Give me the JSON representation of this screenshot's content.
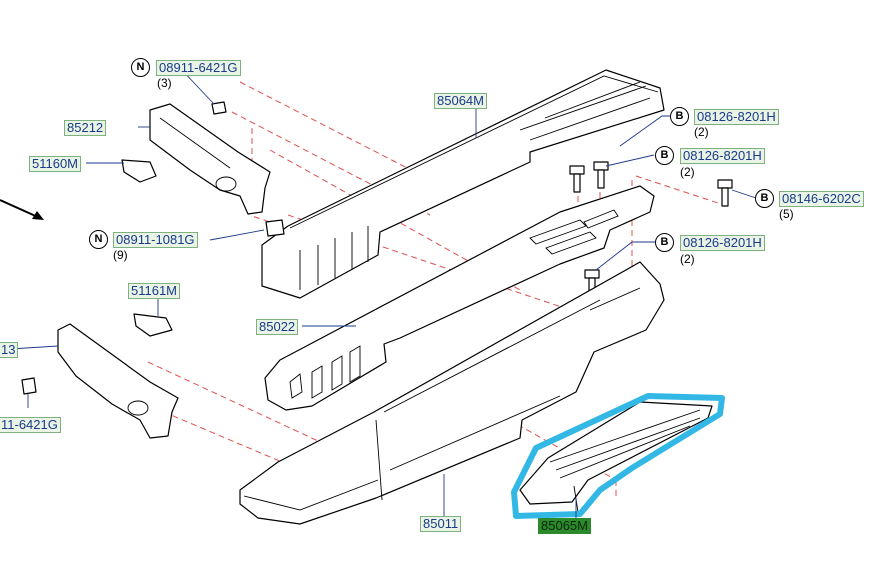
{
  "colors": {
    "label_text": "#1a3a8a",
    "label_bg": "#e9f4e6",
    "label_border": "#7fb07f",
    "highlight_label_bg": "#2c8a2c",
    "highlight_label_text": "#0b2a0b",
    "dashed_line": "#e05050",
    "highlight_outline": "#33b8e6"
  },
  "labels": {
    "p08911_6421g_top": "08911-6421G",
    "p85064m": "85064M",
    "p85212": "85212",
    "p51160m": "51160M",
    "p08126_8201h_1": "08126-8201H",
    "p08126_8201h_2": "08126-8201H",
    "p08146_6202c": "08146-6202C",
    "p08911_1081g": "08911-1081G",
    "p08126_8201h_3": "08126-8201H",
    "p51161m": "51161M",
    "p85022": "85022",
    "p13_partial": "13",
    "p11_6421g_partial": "11-6421G",
    "p85011": "85011",
    "p85065m": "85065M"
  },
  "quantities": {
    "q3": "(3)",
    "q9": "(9)",
    "q2a": "(2)",
    "q2b": "(2)",
    "q5": "(5)",
    "q2c": "(2)"
  },
  "markers": {
    "n1": "N",
    "n2": "N",
    "b1": "B",
    "b2": "B",
    "b3": "B",
    "b4": "B"
  }
}
